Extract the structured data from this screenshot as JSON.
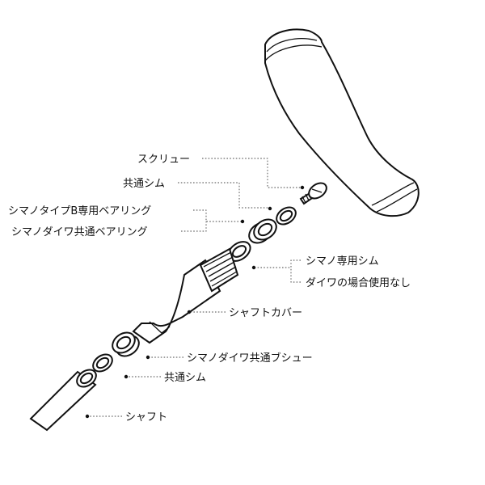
{
  "labels": {
    "screw": "スクリュー",
    "common_shim_top": "共通シム",
    "shimano_b_bearing": "シマノタイプB専用ベアリング",
    "shimano_daiwa_bearing": "シマノダイワ共通ベアリング",
    "shimano_shim": "シマノ専用シム",
    "daiwa_unused": "ダイワの場合使用なし",
    "shaft_cover": "シャフトカバー",
    "common_shoe": "シマノダイワ共通ブシュー",
    "common_shim_bottom": "共通シム",
    "shaft": "シャフト"
  }
}
